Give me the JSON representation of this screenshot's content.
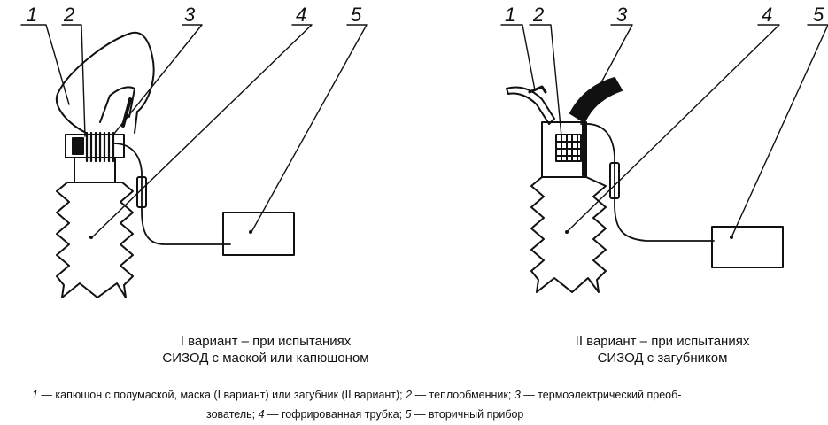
{
  "callouts_left": [
    "1",
    "2",
    "3",
    "4",
    "5"
  ],
  "callouts_right": [
    "1",
    "2",
    "3",
    "4",
    "5"
  ],
  "caption_left": {
    "line1": "I вариант – при испытаниях",
    "line2": "СИЗОД с маской или капюшоном"
  },
  "caption_right": {
    "line1": "II вариант – при испытаниях",
    "line2": "СИЗОД с загубником"
  },
  "legend": {
    "n1": "1",
    "t1": " — капюшон с полумаской, маска (I вариант) или загубник (II вариант); ",
    "n2": "2",
    "t2": " — теплообменник; ",
    "n3": "3",
    "t3": " — термоэлектрический преоб-",
    "t3b": "зователь; ",
    "n4": "4",
    "t4": " — гофрированная трубка; ",
    "n5": "5",
    "t5": " — вторичный прибор"
  },
  "colors": {
    "ink": "#111111",
    "background": "#ffffff"
  }
}
